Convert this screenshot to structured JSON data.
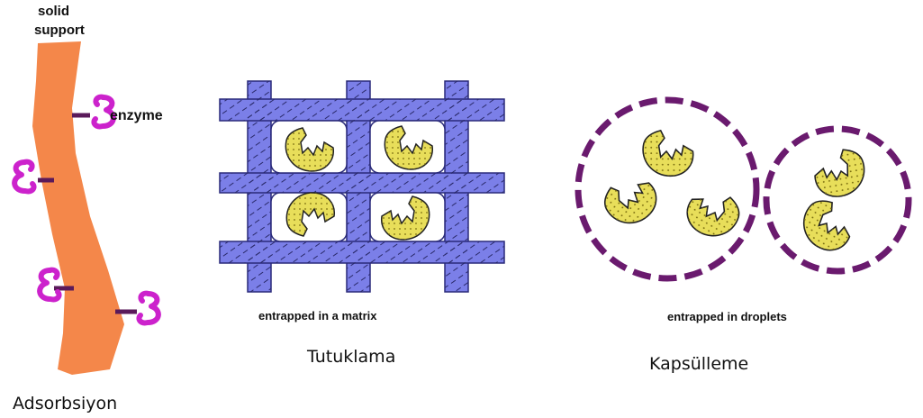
{
  "adsorption": {
    "label_solid_support": [
      "solid",
      "support"
    ],
    "label_enzyme": "enzyme",
    "caption": "Adsorbsiyon"
  },
  "matrix": {
    "label": "entrapped in a matrix",
    "caption": "Tutuklama"
  },
  "droplets": {
    "label": "entrapped in droplets",
    "caption": "Kapsülleme"
  },
  "colors": {
    "support": "#f4874a",
    "enzyme_linker": "#cc22cc",
    "matrix": "#7b7fe8",
    "enzyme_fill": "#e8de5a",
    "droplet_ring": "#6a1a6e"
  }
}
